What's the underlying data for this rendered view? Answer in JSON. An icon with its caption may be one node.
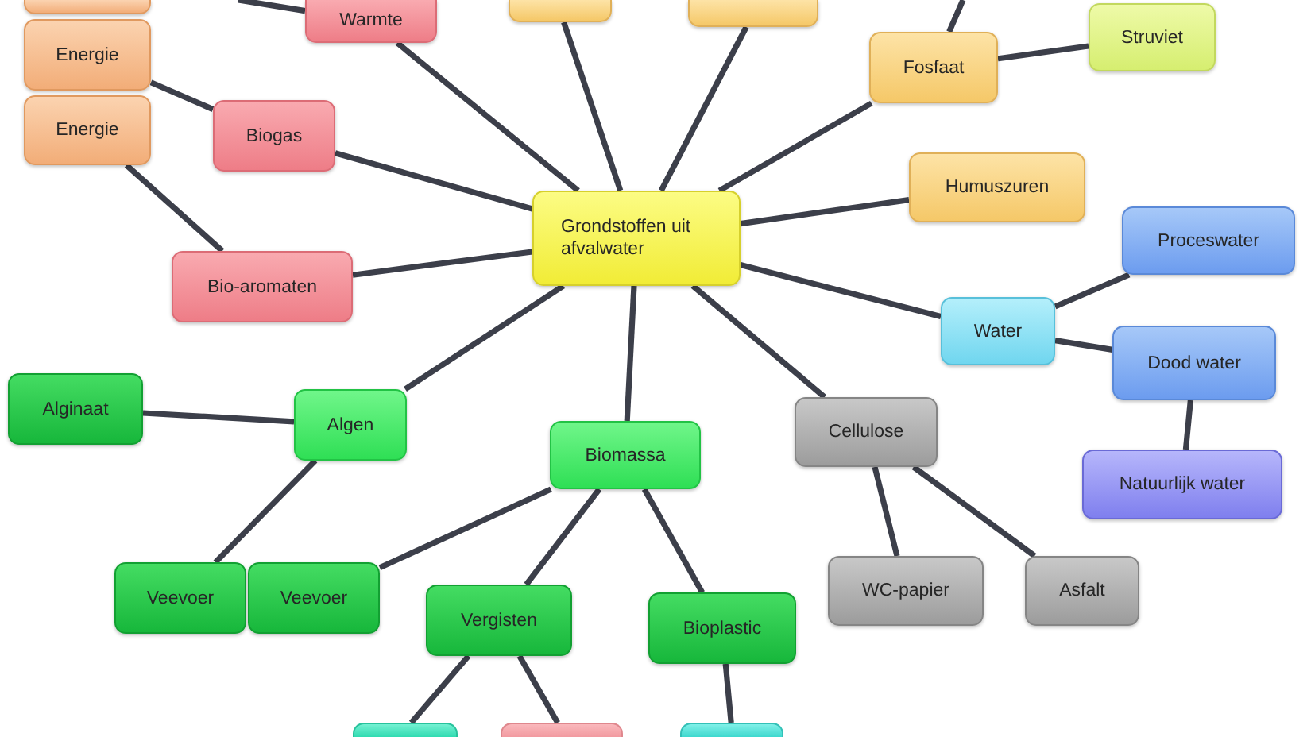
{
  "diagram": {
    "nodes": [
      {
        "text": [],
        "shape": "box"
      },
      {
        "text": [
          "Warmte"
        ]
      },
      {
        "text": [],
        "shape": "box"
      },
      {
        "text": [],
        "shape": "box"
      },
      {
        "text": [
          "Struviet"
        ]
      },
      {
        "text": [
          "Energie"
        ]
      },
      {
        "text": [
          "Fosfaat"
        ]
      },
      {
        "text": [
          "Energie"
        ]
      },
      {
        "text": [
          "Biogas"
        ]
      },
      {
        "text": [
          "Humuszuren"
        ]
      },
      {
        "text": [
          "Grondstoffen uit afvalwater"
        ]
      },
      {
        "text": [
          "Proceswater"
        ]
      },
      {
        "text": [
          "Bio-aromaten"
        ]
      },
      {
        "text": [
          "Water"
        ]
      },
      {
        "text": [
          "Dood water"
        ]
      },
      {
        "text": [
          "Alginaat"
        ]
      },
      {
        "text": [
          "Algen"
        ]
      },
      {
        "text": [
          "Cellulose"
        ]
      },
      {
        "text": [
          "Biomassa"
        ]
      },
      {
        "text": [
          "Natuurlijk water"
        ]
      },
      {
        "text": [
          "Veevoer"
        ]
      },
      {
        "text": [
          "Veevoer"
        ]
      },
      {
        "text": [
          "WC-papier"
        ]
      },
      {
        "text": [
          "Asfalt"
        ]
      },
      {
        "text": [
          "Vergisten"
        ]
      },
      {
        "text": [
          "Bioplastic"
        ]
      },
      {
        "text": [],
        "shape": "box"
      },
      {
        "text": [],
        "shape": "box"
      },
      {
        "text": [],
        "shape": "box"
      }
    ],
    "edges": [
      {
        "from": 10,
        "to": 1,
        "arrow": "none"
      },
      {
        "from": 1,
        "to": null,
        "arrow": "none"
      },
      {
        "from": 10,
        "to": 2,
        "arrow": "none"
      },
      {
        "from": 10,
        "to": 3,
        "arrow": "none"
      },
      {
        "from": 10,
        "to": 6,
        "arrow": "none"
      },
      {
        "from": 6,
        "to": null,
        "arrow": "none"
      },
      {
        "from": 6,
        "to": 4,
        "arrow": "none"
      },
      {
        "from": 10,
        "to": 9,
        "arrow": "none"
      },
      {
        "from": 10,
        "to": 13,
        "arrow": "none"
      },
      {
        "from": 13,
        "to": 11,
        "arrow": "none"
      },
      {
        "from": 13,
        "to": 14,
        "arrow": "none"
      },
      {
        "from": 14,
        "to": 19,
        "arrow": "none"
      },
      {
        "from": 10,
        "to": 8,
        "arrow": "none"
      },
      {
        "from": 8,
        "to": 5,
        "arrow": "none"
      },
      {
        "from": 10,
        "to": 12,
        "arrow": "none"
      },
      {
        "from": 12,
        "to": 7,
        "arrow": "none"
      },
      {
        "from": 10,
        "to": 16,
        "arrow": "none"
      },
      {
        "from": 16,
        "to": 15,
        "arrow": "none"
      },
      {
        "from": 16,
        "to": 20,
        "arrow": "none"
      },
      {
        "from": 10,
        "to": 18,
        "arrow": "none"
      },
      {
        "from": 18,
        "to": 21,
        "arrow": "none"
      },
      {
        "from": 18,
        "to": 24,
        "arrow": "none"
      },
      {
        "from": 18,
        "to": 25,
        "arrow": "none"
      },
      {
        "from": 24,
        "to": 26,
        "arrow": "none"
      },
      {
        "from": 24,
        "to": 27,
        "arrow": "none"
      },
      {
        "from": 25,
        "to": 28,
        "arrow": "none"
      },
      {
        "from": 10,
        "to": 17,
        "arrow": "none"
      },
      {
        "from": 17,
        "to": 22,
        "arrow": "none"
      },
      {
        "from": 17,
        "to": 23,
        "arrow": "none"
      }
    ]
  }
}
